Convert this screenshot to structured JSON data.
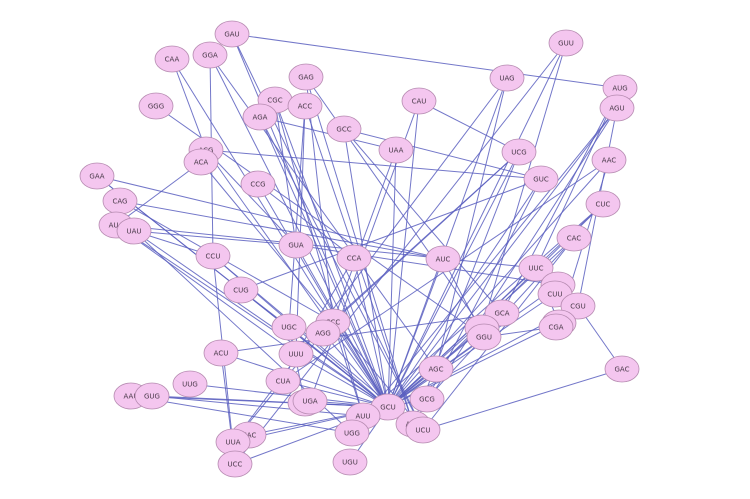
{
  "colors": {
    "edge": "#5a5fc0",
    "node_fill": "#f4c6ef",
    "node_stroke": "#b58ab0",
    "label": "#4a3a4a"
  },
  "nodes": [
    {
      "id": "GAU",
      "label": "GAU"
    },
    {
      "id": "CAA",
      "label": "CAA"
    },
    {
      "id": "GGA",
      "label": "GGA"
    },
    {
      "id": "GAG",
      "label": "GAG"
    },
    {
      "id": "CGC",
      "label": "CGC"
    },
    {
      "id": "ACC",
      "label": "ACC"
    },
    {
      "id": "AGA",
      "label": "AGA"
    },
    {
      "id": "GGG",
      "label": "GGG"
    },
    {
      "id": "GCC",
      "label": "GCC"
    },
    {
      "id": "CAU",
      "label": "CAU"
    },
    {
      "id": "UAG",
      "label": "UAG"
    },
    {
      "id": "GUU",
      "label": "GUU"
    },
    {
      "id": "AUG",
      "label": "AUG"
    },
    {
      "id": "AGU",
      "label": "AGU"
    },
    {
      "id": "UAA",
      "label": "UAA"
    },
    {
      "id": "UCG",
      "label": "UCG"
    },
    {
      "id": "AAC",
      "label": "AAC"
    },
    {
      "id": "GUC",
      "label": "GUC"
    },
    {
      "id": "ACG",
      "label": "ACG"
    },
    {
      "id": "ACA",
      "label": "ACA"
    },
    {
      "id": "CCG",
      "label": "CCG"
    },
    {
      "id": "GAA",
      "label": "GAA"
    },
    {
      "id": "CAG",
      "label": "CAG"
    },
    {
      "id": "AUA",
      "label": "AUA"
    },
    {
      "id": "UAU",
      "label": "UAU"
    },
    {
      "id": "CUC",
      "label": "CUC"
    },
    {
      "id": "CAC",
      "label": "CAC"
    },
    {
      "id": "GUA",
      "label": "GUA"
    },
    {
      "id": "CCU",
      "label": "CCU"
    },
    {
      "id": "CCA",
      "label": "CCA"
    },
    {
      "id": "AUC",
      "label": "AUC"
    },
    {
      "id": "UUC",
      "label": "UUC"
    },
    {
      "id": "UCA",
      "label": "UCA"
    },
    {
      "id": "CUU",
      "label": "CUU"
    },
    {
      "id": "CGU",
      "label": "CGU"
    },
    {
      "id": "CUG",
      "label": "CUG"
    },
    {
      "id": "GCA",
      "label": "GCA"
    },
    {
      "id": "UGC",
      "label": "UGC"
    },
    {
      "id": "CCC",
      "label": "CCC"
    },
    {
      "id": "AGG",
      "label": "AGG"
    },
    {
      "id": "GGC",
      "label": "GGC"
    },
    {
      "id": "CGG",
      "label": "CGG"
    },
    {
      "id": "CGA",
      "label": "CGA"
    },
    {
      "id": "GGU",
      "label": "GGU"
    },
    {
      "id": "ACU",
      "label": "ACU"
    },
    {
      "id": "UUU",
      "label": "UUU"
    },
    {
      "id": "AGC",
      "label": "AGC"
    },
    {
      "id": "GAC",
      "label": "GAC"
    },
    {
      "id": "CUA",
      "label": "CUA"
    },
    {
      "id": "UUG",
      "label": "UUG"
    },
    {
      "id": "AAU",
      "label": "AAU"
    },
    {
      "id": "GUG",
      "label": "GUG"
    },
    {
      "id": "AAG",
      "label": "AAG"
    },
    {
      "id": "UGA",
      "label": "UGA"
    },
    {
      "id": "GCU",
      "label": "GCU"
    },
    {
      "id": "GCG",
      "label": "GCG"
    },
    {
      "id": "AUU",
      "label": "AUU"
    },
    {
      "id": "UAC",
      "label": "UAC"
    },
    {
      "id": "UUA",
      "label": "UUA"
    },
    {
      "id": "UGG",
      "label": "UGG"
    },
    {
      "id": "AAA",
      "label": "AAA"
    },
    {
      "id": "UCU",
      "label": "UCU"
    },
    {
      "id": "UCC",
      "label": "UCC"
    },
    {
      "id": "UGU",
      "label": "UGU"
    }
  ],
  "edges": [
    [
      "GAU",
      "GCU"
    ],
    [
      "GAU",
      "UCU"
    ],
    [
      "GAU",
      "AUG"
    ],
    [
      "CAA",
      "GCU"
    ],
    [
      "GGA",
      "GCU"
    ],
    [
      "GGA",
      "AGC"
    ],
    [
      "GAG",
      "AAA"
    ],
    [
      "GAG",
      "GGC"
    ],
    [
      "CGC",
      "GCU"
    ],
    [
      "CGC",
      "AUU"
    ],
    [
      "ACC",
      "AAA"
    ],
    [
      "ACC",
      "UUU"
    ],
    [
      "ACC",
      "UGC"
    ],
    [
      "AGA",
      "UCU"
    ],
    [
      "AGA",
      "GCU"
    ],
    [
      "GGG",
      "GGU"
    ],
    [
      "GCC",
      "GCU"
    ],
    [
      "GCC",
      "GUC"
    ],
    [
      "CAU",
      "GCU"
    ],
    [
      "CAU",
      "UCG"
    ],
    [
      "UAG",
      "GCU"
    ],
    [
      "UAG",
      "AGC"
    ],
    [
      "GUU",
      "GCU"
    ],
    [
      "GUU",
      "GGC"
    ],
    [
      "AUG",
      "AGU"
    ],
    [
      "AGU",
      "GCU"
    ],
    [
      "AGU",
      "AAA"
    ],
    [
      "AGU",
      "CGU"
    ],
    [
      "UAA",
      "GCU"
    ],
    [
      "UAA",
      "CCC"
    ],
    [
      "UCG",
      "GCU"
    ],
    [
      "UCG",
      "AAA"
    ],
    [
      "UCG",
      "CCC"
    ],
    [
      "AAC",
      "GCU"
    ],
    [
      "AAC",
      "CGG"
    ],
    [
      "GUC",
      "GCU"
    ],
    [
      "GUC",
      "GCG"
    ],
    [
      "GUC",
      "ACG"
    ],
    [
      "ACG",
      "GCU"
    ],
    [
      "ACG",
      "GUA"
    ],
    [
      "ACA",
      "UCU"
    ],
    [
      "ACA",
      "AUA"
    ],
    [
      "CCG",
      "GCU"
    ],
    [
      "CCG",
      "CCA"
    ],
    [
      "GAA",
      "GCU"
    ],
    [
      "GAA",
      "AUC"
    ],
    [
      "CAG",
      "CCC"
    ],
    [
      "AUA",
      "GCU"
    ],
    [
      "AUA",
      "UUC"
    ],
    [
      "UAU",
      "GCU"
    ],
    [
      "UAU",
      "UGG"
    ],
    [
      "UAU",
      "GUA"
    ],
    [
      "CUC",
      "GCU"
    ],
    [
      "CUC",
      "AGC"
    ],
    [
      "CAC",
      "GCU"
    ],
    [
      "CAC",
      "GCG"
    ],
    [
      "GUA",
      "GCU"
    ],
    [
      "GUA",
      "UCA"
    ],
    [
      "CCU",
      "GCU"
    ],
    [
      "CCU",
      "AAA"
    ],
    [
      "CCU",
      "UCC"
    ],
    [
      "CCA",
      "GCU"
    ],
    [
      "CCA",
      "UUU"
    ],
    [
      "AUC",
      "GCU"
    ],
    [
      "AUC",
      "GGU"
    ],
    [
      "UUC",
      "GCU"
    ],
    [
      "UUC",
      "CUU"
    ],
    [
      "UCA",
      "GCU"
    ],
    [
      "CUU",
      "GCU"
    ],
    [
      "CGU",
      "GCU"
    ],
    [
      "CGU",
      "GAC"
    ],
    [
      "CUG",
      "GCU"
    ],
    [
      "CUG",
      "UGC"
    ],
    [
      "GCA",
      "GCU"
    ],
    [
      "GCA",
      "AUG"
    ],
    [
      "UGC",
      "GCU"
    ],
    [
      "UGC",
      "AAG"
    ],
    [
      "CCC",
      "GCU"
    ],
    [
      "CCC",
      "AUU"
    ],
    [
      "AGG",
      "GCU"
    ],
    [
      "AGG",
      "UUA"
    ],
    [
      "GGC",
      "GCU"
    ],
    [
      "CGG",
      "GCU"
    ],
    [
      "CGG",
      "UUC"
    ],
    [
      "GGU",
      "GCU"
    ],
    [
      "ACU",
      "GCU"
    ],
    [
      "ACU",
      "UCC"
    ],
    [
      "UUU",
      "GCU"
    ],
    [
      "UUU",
      "CUA"
    ],
    [
      "AGC",
      "GCU"
    ],
    [
      "GAC",
      "UCU"
    ],
    [
      "CUA",
      "GCU"
    ],
    [
      "UUG",
      "GCU"
    ],
    [
      "AAU",
      "GCU"
    ],
    [
      "AAU",
      "UGG"
    ],
    [
      "GUG",
      "GCU"
    ],
    [
      "GUG",
      "AUU"
    ],
    [
      "AAG",
      "GCU"
    ],
    [
      "UGA",
      "GCU"
    ],
    [
      "GCG",
      "GCU"
    ],
    [
      "AUU",
      "GCU"
    ],
    [
      "UAC",
      "GCU"
    ],
    [
      "UUA",
      "GCU"
    ],
    [
      "UGG",
      "GCU"
    ],
    [
      "AAA",
      "GCU"
    ],
    [
      "UCU",
      "GCU"
    ],
    [
      "UCC",
      "GCU"
    ],
    [
      "UGU",
      "GCU"
    ],
    [
      "CAA",
      "ACG"
    ],
    [
      "GGA",
      "CCU"
    ],
    [
      "CGC",
      "GUA"
    ],
    [
      "GAG",
      "CCC"
    ],
    [
      "AGA",
      "UAA"
    ],
    [
      "GAA",
      "CUG"
    ],
    [
      "CAG",
      "AUC"
    ],
    [
      "AUA",
      "UUU"
    ],
    [
      "UAU",
      "CCU"
    ],
    [
      "AUG",
      "UUC"
    ],
    [
      "GUU",
      "UCC"
    ],
    [
      "UAG",
      "UUA"
    ],
    [
      "CAU",
      "UGA"
    ],
    [
      "GCC",
      "GCA"
    ],
    [
      "UCG",
      "UUU"
    ],
    [
      "AAC",
      "CUA"
    ],
    [
      "CAC",
      "UCU"
    ],
    [
      "CUC",
      "AUU"
    ],
    [
      "GCA",
      "ACU"
    ],
    [
      "CGA",
      "GGU"
    ],
    [
      "AGU",
      "UGG"
    ],
    [
      "GUC",
      "CUG"
    ]
  ]
}
